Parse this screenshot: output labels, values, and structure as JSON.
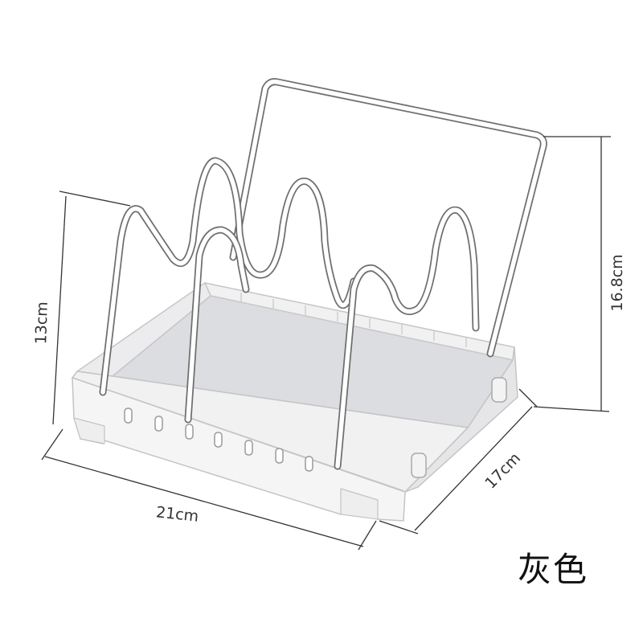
{
  "product": {
    "name": "pot-lid-rack",
    "color_option": "灰色"
  },
  "dimensions": {
    "height_rack": "13cm",
    "height_total": "16.8cm",
    "width": "21cm",
    "depth": "17cm"
  },
  "palette": {
    "wire": "#ffffff",
    "wire_outline": "#6f6f6f",
    "tray_inner": "#dcdde0",
    "tray_rim": "#f1f1f2",
    "tray_front": "#f5f5f6",
    "dimension_line": "#333333"
  }
}
